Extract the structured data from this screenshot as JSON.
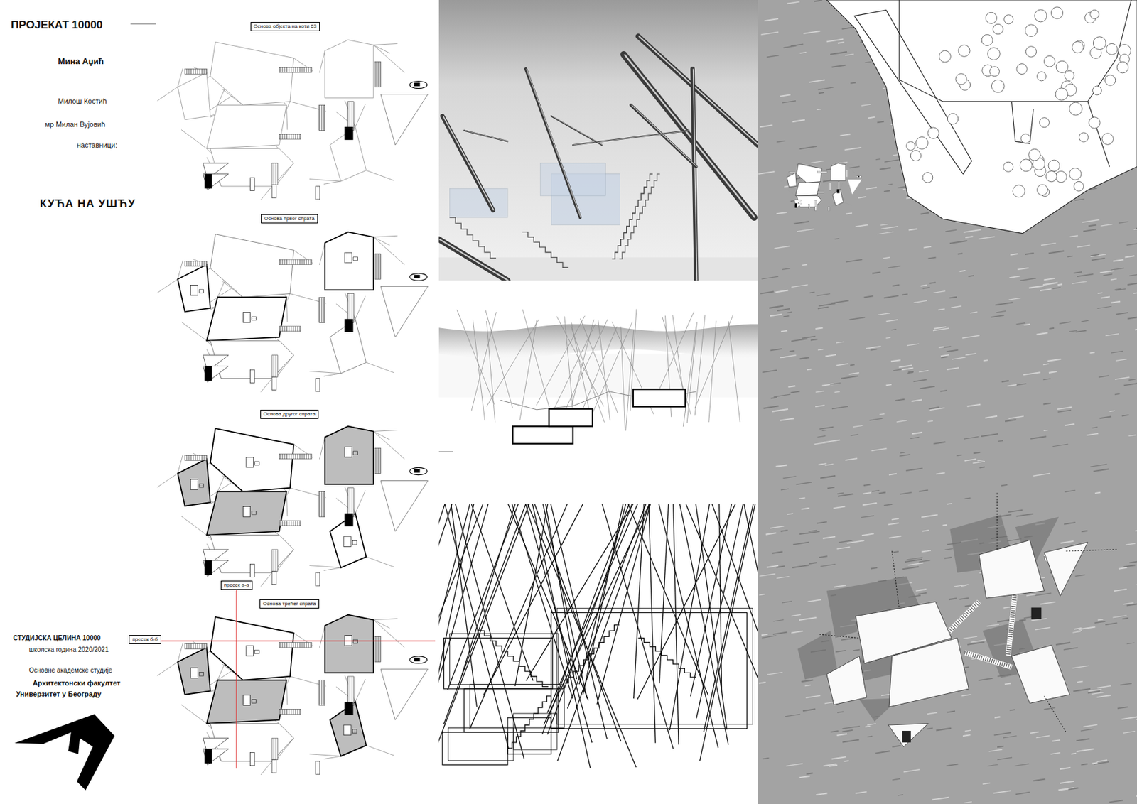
{
  "diagram": {
    "title": "КУЋА НА УШЋУ",
    "nodes": [
      {
        "text": [
          "Основа објекта на коти 63"
        ]
      },
      {
        "text": [
          "Основа првог спрата"
        ]
      },
      {
        "text": [
          "Основа другог спрата"
        ]
      },
      {
        "text": [
          "Основа трећег спрата"
        ]
      },
      {
        "text": [
          "пресек а-а"
        ]
      },
      {
        "text": [
          "пресек б-б"
        ]
      }
    ],
    "labels": [
      "ПРОЈЕКАТ 10000",
      "Мина Аџић",
      "Милош Костић",
      "мр Милан Вујовић",
      "наставници:",
      "Универзитет у Београду",
      "Архитектонски факултет",
      "Основне академске студије",
      "школска година 2020/2021",
      "СТУДИЈСКА ЦЕЛИНА 10000"
    ]
  }
}
